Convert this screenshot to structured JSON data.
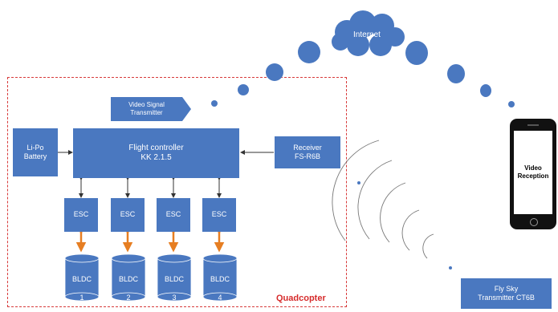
{
  "colors": {
    "block": "#4a78c0",
    "border": "#d83a3a",
    "link_arrow": "#333333",
    "power_arrow": "#e67e22",
    "quad_label": "#d62b2b"
  },
  "quadcopter_label": "Quadcopter",
  "video_tx": {
    "line1": "Video Signal",
    "line2": "Transmitter"
  },
  "battery": {
    "line1": "Li-Po",
    "line2": "Battery"
  },
  "flight_controller": {
    "line1": "Flight controller",
    "line2": "KK 2.1.5"
  },
  "receiver": {
    "line1": "Receiver",
    "line2": "FS-R6B"
  },
  "esc_label": "ESC",
  "bldcs": [
    {
      "line1": "BLDC",
      "line2": "1"
    },
    {
      "line1": "BLDC",
      "line2": "2"
    },
    {
      "line1": "BLDC",
      "line2": "3"
    },
    {
      "line1": "BLDC",
      "line2": "4"
    }
  ],
  "internet_label": "Internet",
  "phone_screen": {
    "line1": "Video",
    "line2": "Reception"
  },
  "transmitter": {
    "line1": "Fly Sky",
    "line2": "Transmitter CT6B"
  },
  "icons": {
    "cloud": "cloud-icon",
    "phone": "smartphone-icon",
    "signal": "signal-waves-icon"
  }
}
